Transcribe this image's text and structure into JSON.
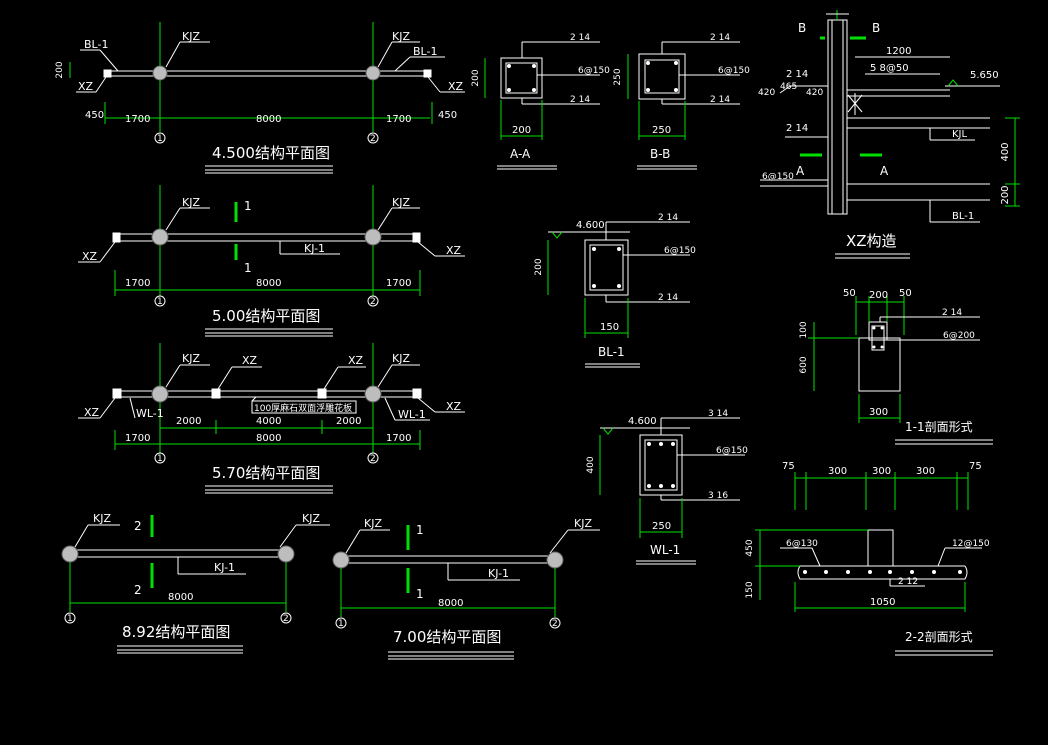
{
  "plans": {
    "p4500": {
      "title": "4.500结构平面图",
      "kjz_left": "KJZ",
      "kjz_right": "KJZ",
      "bl_left": "BL-1",
      "bl_right": "BL-1",
      "xz_left": "XZ",
      "xz_right": "XZ",
      "dim_200": "200",
      "dim_450_left": "450",
      "dim_450_right": "450",
      "dim_1700_left": "1700",
      "dim_8000": "8000",
      "dim_1700_right": "1700",
      "axis1": "1",
      "axis2": "2"
    },
    "p500": {
      "title": "5.00结构平面图",
      "kjz_left": "KJZ",
      "kjz_right": "KJZ",
      "kj": "KJ-1",
      "xz_left": "XZ",
      "xz_right": "XZ",
      "sec_top": "1",
      "sec_bottom": "1",
      "dim_1700_left": "1700",
      "dim_8000": "8000",
      "dim_1700_right": "1700",
      "axis1": "1",
      "axis2": "2"
    },
    "p570": {
      "title": "5.70结构平面图",
      "kjz_left": "KJZ",
      "kjz_right": "KJZ",
      "xz_top1": "XZ",
      "xz_top2": "XZ",
      "xz_left": "XZ",
      "xz_right": "XZ",
      "wl_left": "WL-1",
      "wl_right": "WL-1",
      "note": "100厚麻石双面浮雕花板",
      "dim_2000_a": "2000",
      "dim_4000": "4000",
      "dim_2000_b": "2000",
      "dim_1700_left": "1700",
      "dim_8000": "8000",
      "dim_1700_right": "1700",
      "axis1": "1",
      "axis2": "2"
    },
    "p892": {
      "title": "8.92结构平面图",
      "kjz_left": "KJZ",
      "kjz_right": "KJZ",
      "kj": "KJ-1",
      "sec_top": "2",
      "sec_bottom": "2",
      "dim_8000": "8000",
      "axis1": "1",
      "axis2": "2"
    },
    "p700": {
      "title": "7.00结构平面图",
      "kjz_left": "KJZ",
      "kjz_right": "KJZ",
      "kj": "KJ-1",
      "sec_top": "1",
      "sec_bottom": "1",
      "dim_8000": "8000",
      "axis1": "1",
      "axis2": "2"
    }
  },
  "sections": {
    "aa": {
      "title": "A-A",
      "top_bar": "2  14",
      "stirrup": "6@150",
      "bottom_bar": "2  14",
      "height": "200",
      "width": "200"
    },
    "bb": {
      "title": "B-B",
      "top_bar": "2  14",
      "stirrup": "6@150",
      "bottom_bar": "2  14",
      "height": "250",
      "width": "250"
    },
    "bl1": {
      "title": "BL-1",
      "elev": "4.600",
      "top_bar": "2  14",
      "stirrup": "6@150",
      "bottom_bar": "2  14",
      "height": "200",
      "width": "150"
    },
    "wl1": {
      "title": "WL-1",
      "elev": "4.600",
      "top_bar": "3  14",
      "stirrup": "6@150",
      "bottom_bar": "3  16",
      "height": "400",
      "width": "250"
    },
    "s11": {
      "title": "1-1剖面形式",
      "dim_50_left": "50",
      "dim_200": "200",
      "dim_50_right": "50",
      "top_bar": "2  14",
      "stirrup": "6@200",
      "dim_100": "100",
      "dim_600": "600",
      "dim_300": "300"
    },
    "s22": {
      "title": "2-2剖面形式",
      "dim_75_left": "75",
      "dim_300_a": "300",
      "dim_300_b": "300",
      "dim_300_c": "300",
      "dim_75_right": "75",
      "dim_450": "450",
      "dim_150": "150",
      "stirrup": "6@130",
      "dist_bar": "12@150",
      "bottom_bar": "2  12",
      "width": "1050"
    }
  },
  "xz_detail": {
    "title": "XZ构造",
    "cut_b_left": "B",
    "cut_b_right": "B",
    "cut_a_left": "A",
    "cut_a_right": "A",
    "dim_1200": "1200",
    "bar_top": "2  14",
    "bar_mid": "2  14",
    "anchor": "5  8@50",
    "dim_420_left": "420",
    "dim_465": "465",
    "dim_420_right": "420",
    "elev": "5.650",
    "kjl": "KJL",
    "bl": "BL-1",
    "dim_400": "400",
    "dim_200": "200",
    "stirrup": "6@150"
  }
}
